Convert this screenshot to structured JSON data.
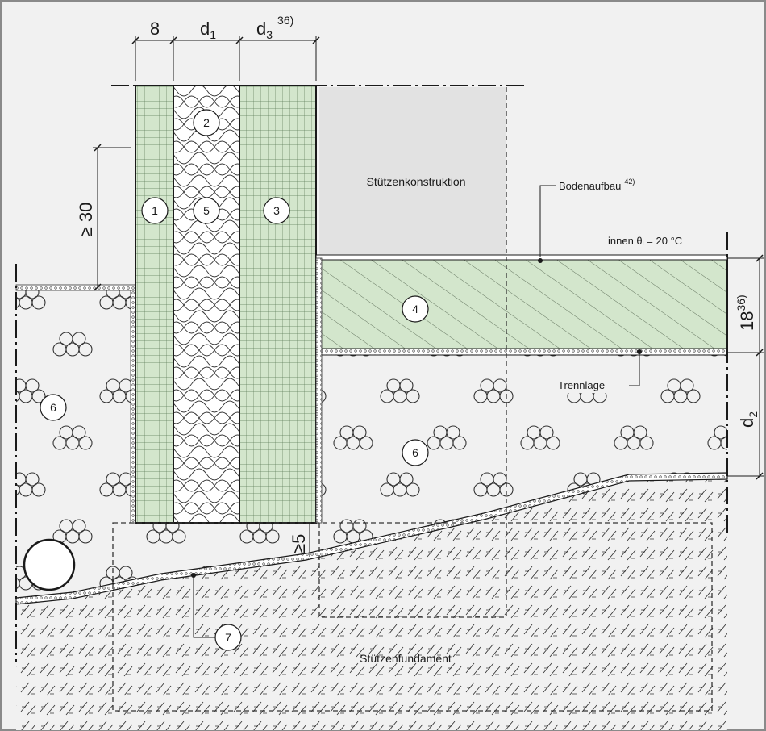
{
  "dimensions": {
    "top_8": "8",
    "top_d1": "d",
    "top_d1_sub": "1",
    "top_d3": "d",
    "top_d3_sub": "3",
    "top_d3_note": "36)",
    "left_min": "≥ 30",
    "right_18": "18",
    "right_18_note": "36)",
    "right_d2": "d",
    "right_d2_sub": "2",
    "min_5": "≥5"
  },
  "labels": {
    "column": "Stützenkonstruktion",
    "floor_build": "Bodenaufbau",
    "floor_build_note": "42)",
    "inside_temp": "innen    θᵢ =   20 °C",
    "separation_layer": "Trennlage",
    "foundation": "Stützenfundament"
  },
  "markers": [
    "1",
    "2",
    "3",
    "4",
    "5",
    "6",
    "6",
    "7"
  ],
  "colors": {
    "frame_bg": "#f1f1f1",
    "panel_green": "#d3e6cc",
    "grid_line": "#5d7a58",
    "column_grey": "#e2e2e2",
    "line": "#1a1a1a"
  }
}
